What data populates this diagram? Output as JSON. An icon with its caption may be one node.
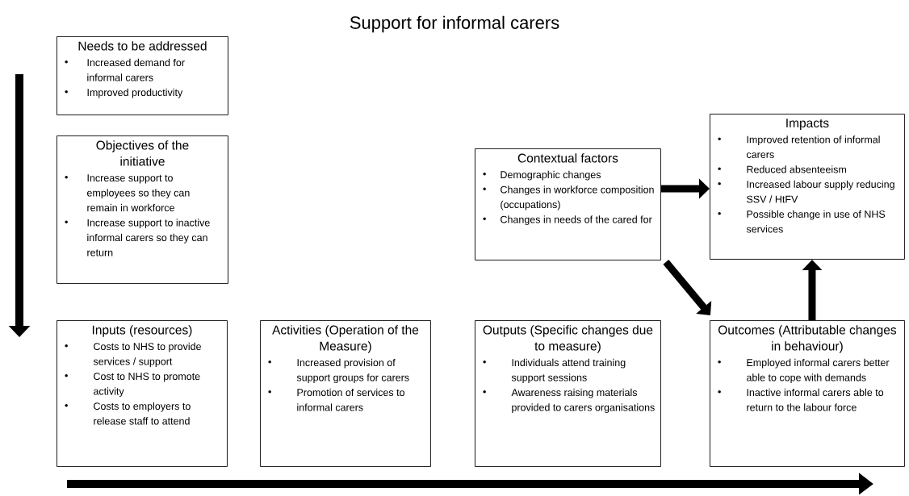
{
  "diagram": {
    "title": "Support for informal carers",
    "nodes": [
      {
        "text": [
          "Needs to be addressed",
          "Increased demand for informal carers",
          "Improved productivity"
        ]
      },
      {
        "text": [
          "Objectives of the initiative",
          "Increase support to employees so they can remain in workforce",
          "Increase support to inactive informal carers so they can return"
        ]
      },
      {
        "text": [
          "Contextual factors",
          "Demographic changes",
          "Changes in workforce composition (occupations)",
          "Changes in needs of the cared for"
        ]
      },
      {
        "text": [
          "Impacts",
          "Improved retention of informal carers",
          "Reduced absenteeism",
          "Increased labour supply reducing SSV / HtFV",
          "Possible change in use of NHS services"
        ]
      },
      {
        "text": [
          "Inputs (resources)",
          "Costs to NHS to provide services / support",
          "Cost to NHS to promote activity",
          "Costs to employers to release staff to attend"
        ]
      },
      {
        "text": [
          "Activities (Operation of the Measure)",
          "Increased provision of support groups for carers",
          "Promotion of services to informal carers"
        ]
      },
      {
        "text": [
          "Outputs (Specific changes due to measure)",
          "Individuals attend training support sessions",
          "Awareness raising materials provided to carers organisations"
        ]
      },
      {
        "text": [
          "Outcomes (Attributable changes in behaviour)",
          "Employed informal carers better able to cope with demands",
          "Inactive informal carers able to return to the labour force"
        ]
      }
    ],
    "edges": [
      {
        "from": 2,
        "to": 3,
        "arrow": "to"
      },
      {
        "from": 2,
        "to": 7,
        "arrow": "to"
      },
      {
        "from": 7,
        "to": 3,
        "arrow": "to"
      }
    ]
  }
}
